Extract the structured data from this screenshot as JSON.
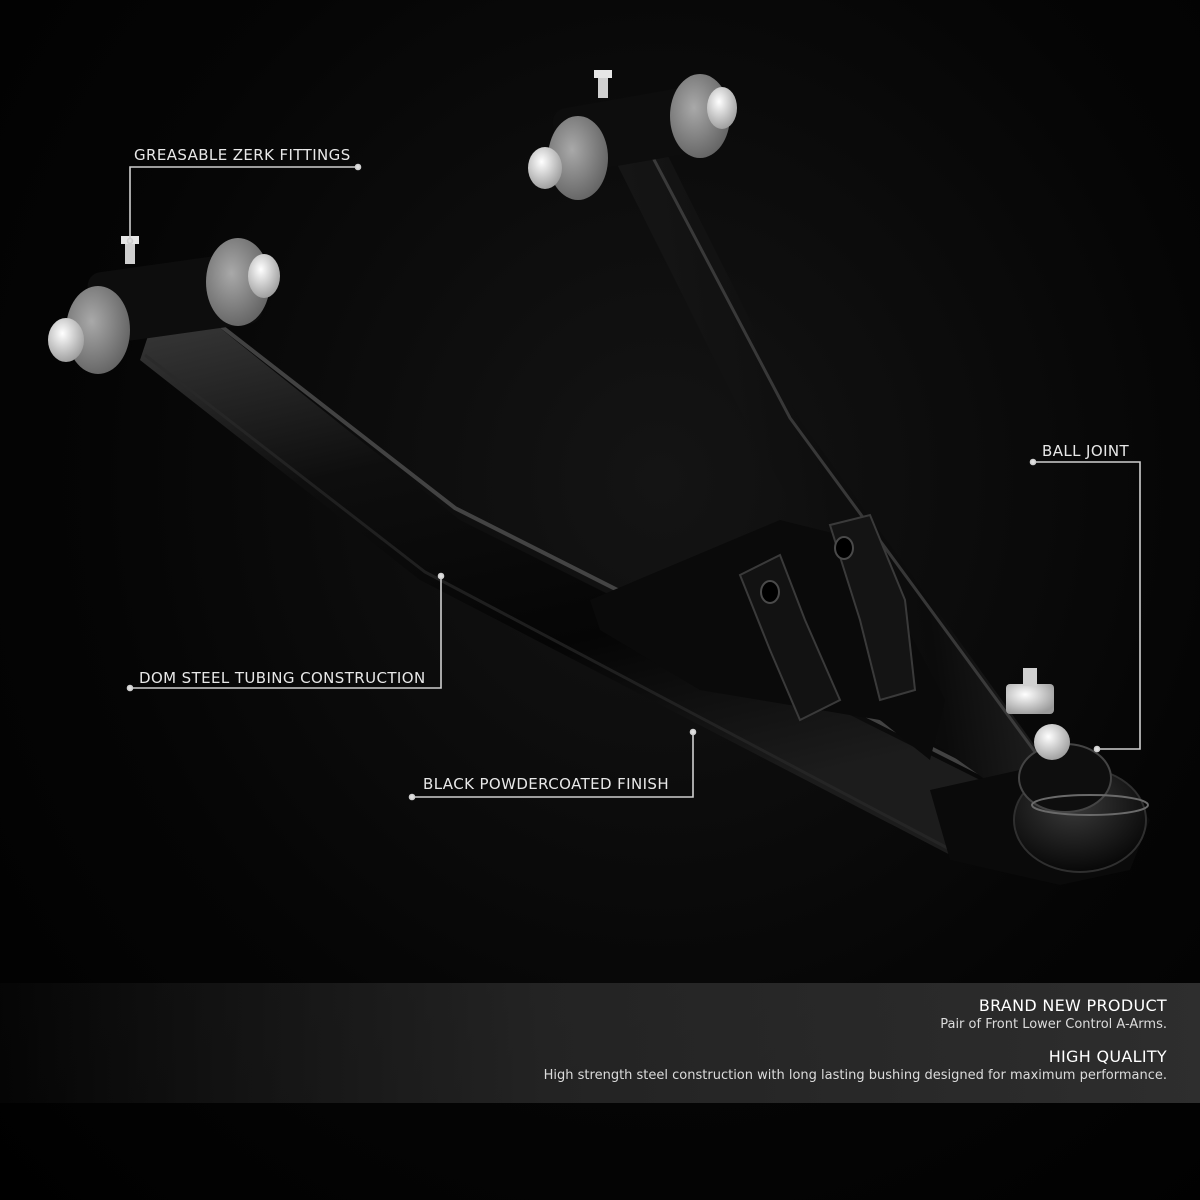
{
  "callouts": {
    "greasable_zerk_fittings": "GREASABLE ZERK FITTINGS",
    "ball_joint": "BALL JOINT",
    "dom_steel_tubing": "DOM STEEL TUBING CONSTRUCTION",
    "black_powdercoated_finish": "BLACK POWDERCOATED FINISH"
  },
  "features": [
    {
      "heading": "BRAND NEW PRODUCT",
      "text": "Pair of Front Lower Control A-Arms."
    },
    {
      "heading": "HIGH QUALITY",
      "text": "High strength steel construction with long lasting bushing designed for maximum performance."
    }
  ],
  "colors": {
    "background": "#000000",
    "arm_body": "#0b0b0b",
    "arm_highlight": "#5a5a5a",
    "bushing": "#8a8a8a",
    "hardware": "#d8d8d8",
    "callout_line": "#cfcfcf",
    "label_text": "#e8e8e8",
    "info_band": "#303030"
  }
}
